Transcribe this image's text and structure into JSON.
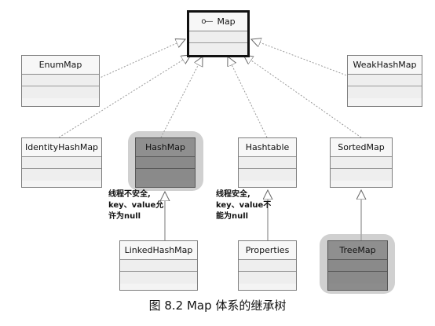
{
  "nodes": {
    "map": "Map",
    "enummap": "EnumMap",
    "weakhashmap": "WeakHashMap",
    "identityhashmap": "IdentityHashMap",
    "hashmap": "HashMap",
    "hashtable": "Hashtable",
    "sortedmap": "SortedMap",
    "linkedhashmap": "LinkedHashMap",
    "properties": "Properties",
    "treemap": "TreeMap"
  },
  "notes": {
    "hashmap": [
      "线程不安全,",
      "key、value允",
      "许为null"
    ],
    "hashtable": [
      "线程安全,",
      "key、value不",
      "能为null"
    ]
  },
  "caption": "图 8.2   Map 体系的继承树"
}
